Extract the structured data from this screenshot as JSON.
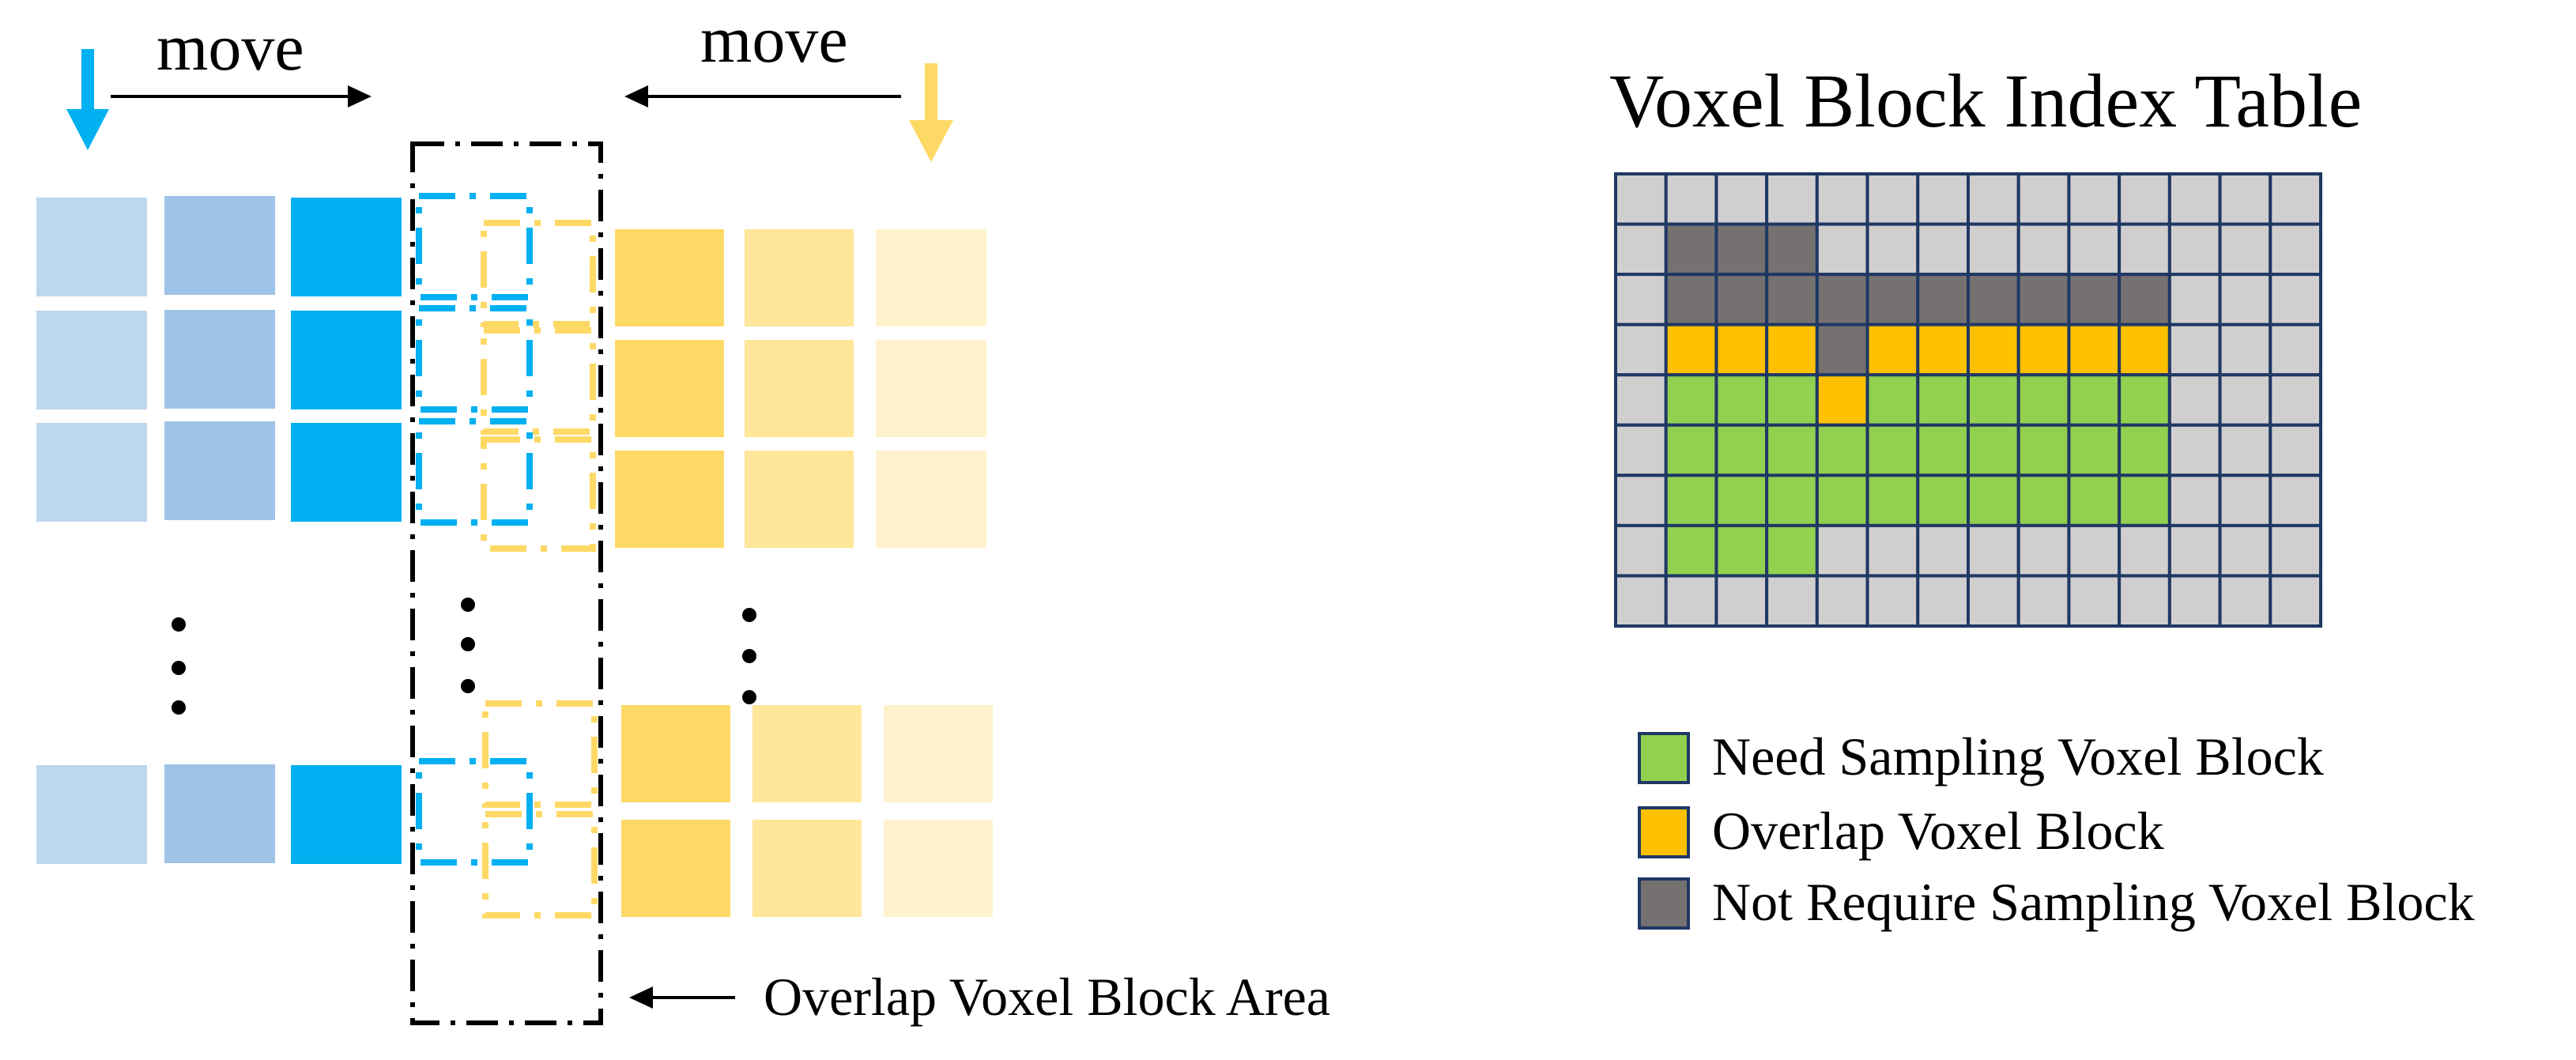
{
  "left_panel": {
    "move_left_label": "move",
    "move_right_label": "move",
    "overlap_area_label": "Overlap Voxel Block Area",
    "colors": {
      "blue_light": "#bdd7ee",
      "blue_mid": "#9dc3e6",
      "blue_dark": "#00b0f0",
      "yellow_dark": "#ffd966",
      "yellow_mid": "#ffe699",
      "yellow_light": "#fff2cc",
      "dashed_yellow": "#ffd966"
    }
  },
  "index_table": {
    "title": "Voxel Block Index Table",
    "rows": 9,
    "cols": 14,
    "cells": [
      "NNNNNNNNNNNNNN",
      "NGGGNNNNNNNNNN",
      "NGGGGGGGGGGNNN",
      "NOOOGOOOOOONNN",
      "NSSSOSSSSSSNNN",
      "NSSSSSSSSSSNNN",
      "NSSSSSSSSSSNNN",
      "NSSSNNNNNNNNNN",
      "NNNNNNNNNNNNNN"
    ],
    "colors": {
      "N": "#d0cece",
      "G": "#767171",
      "O": "#ffc000",
      "S": "#92d050",
      "border": "#1f3864"
    }
  },
  "legend": {
    "items": [
      {
        "label": "Need Sampling Voxel Block",
        "color": "#92d050"
      },
      {
        "label": "Overlap Voxel Block",
        "color": "#ffc000"
      },
      {
        "label": "Not Require Sampling Voxel Block",
        "color": "#767171"
      }
    ]
  }
}
